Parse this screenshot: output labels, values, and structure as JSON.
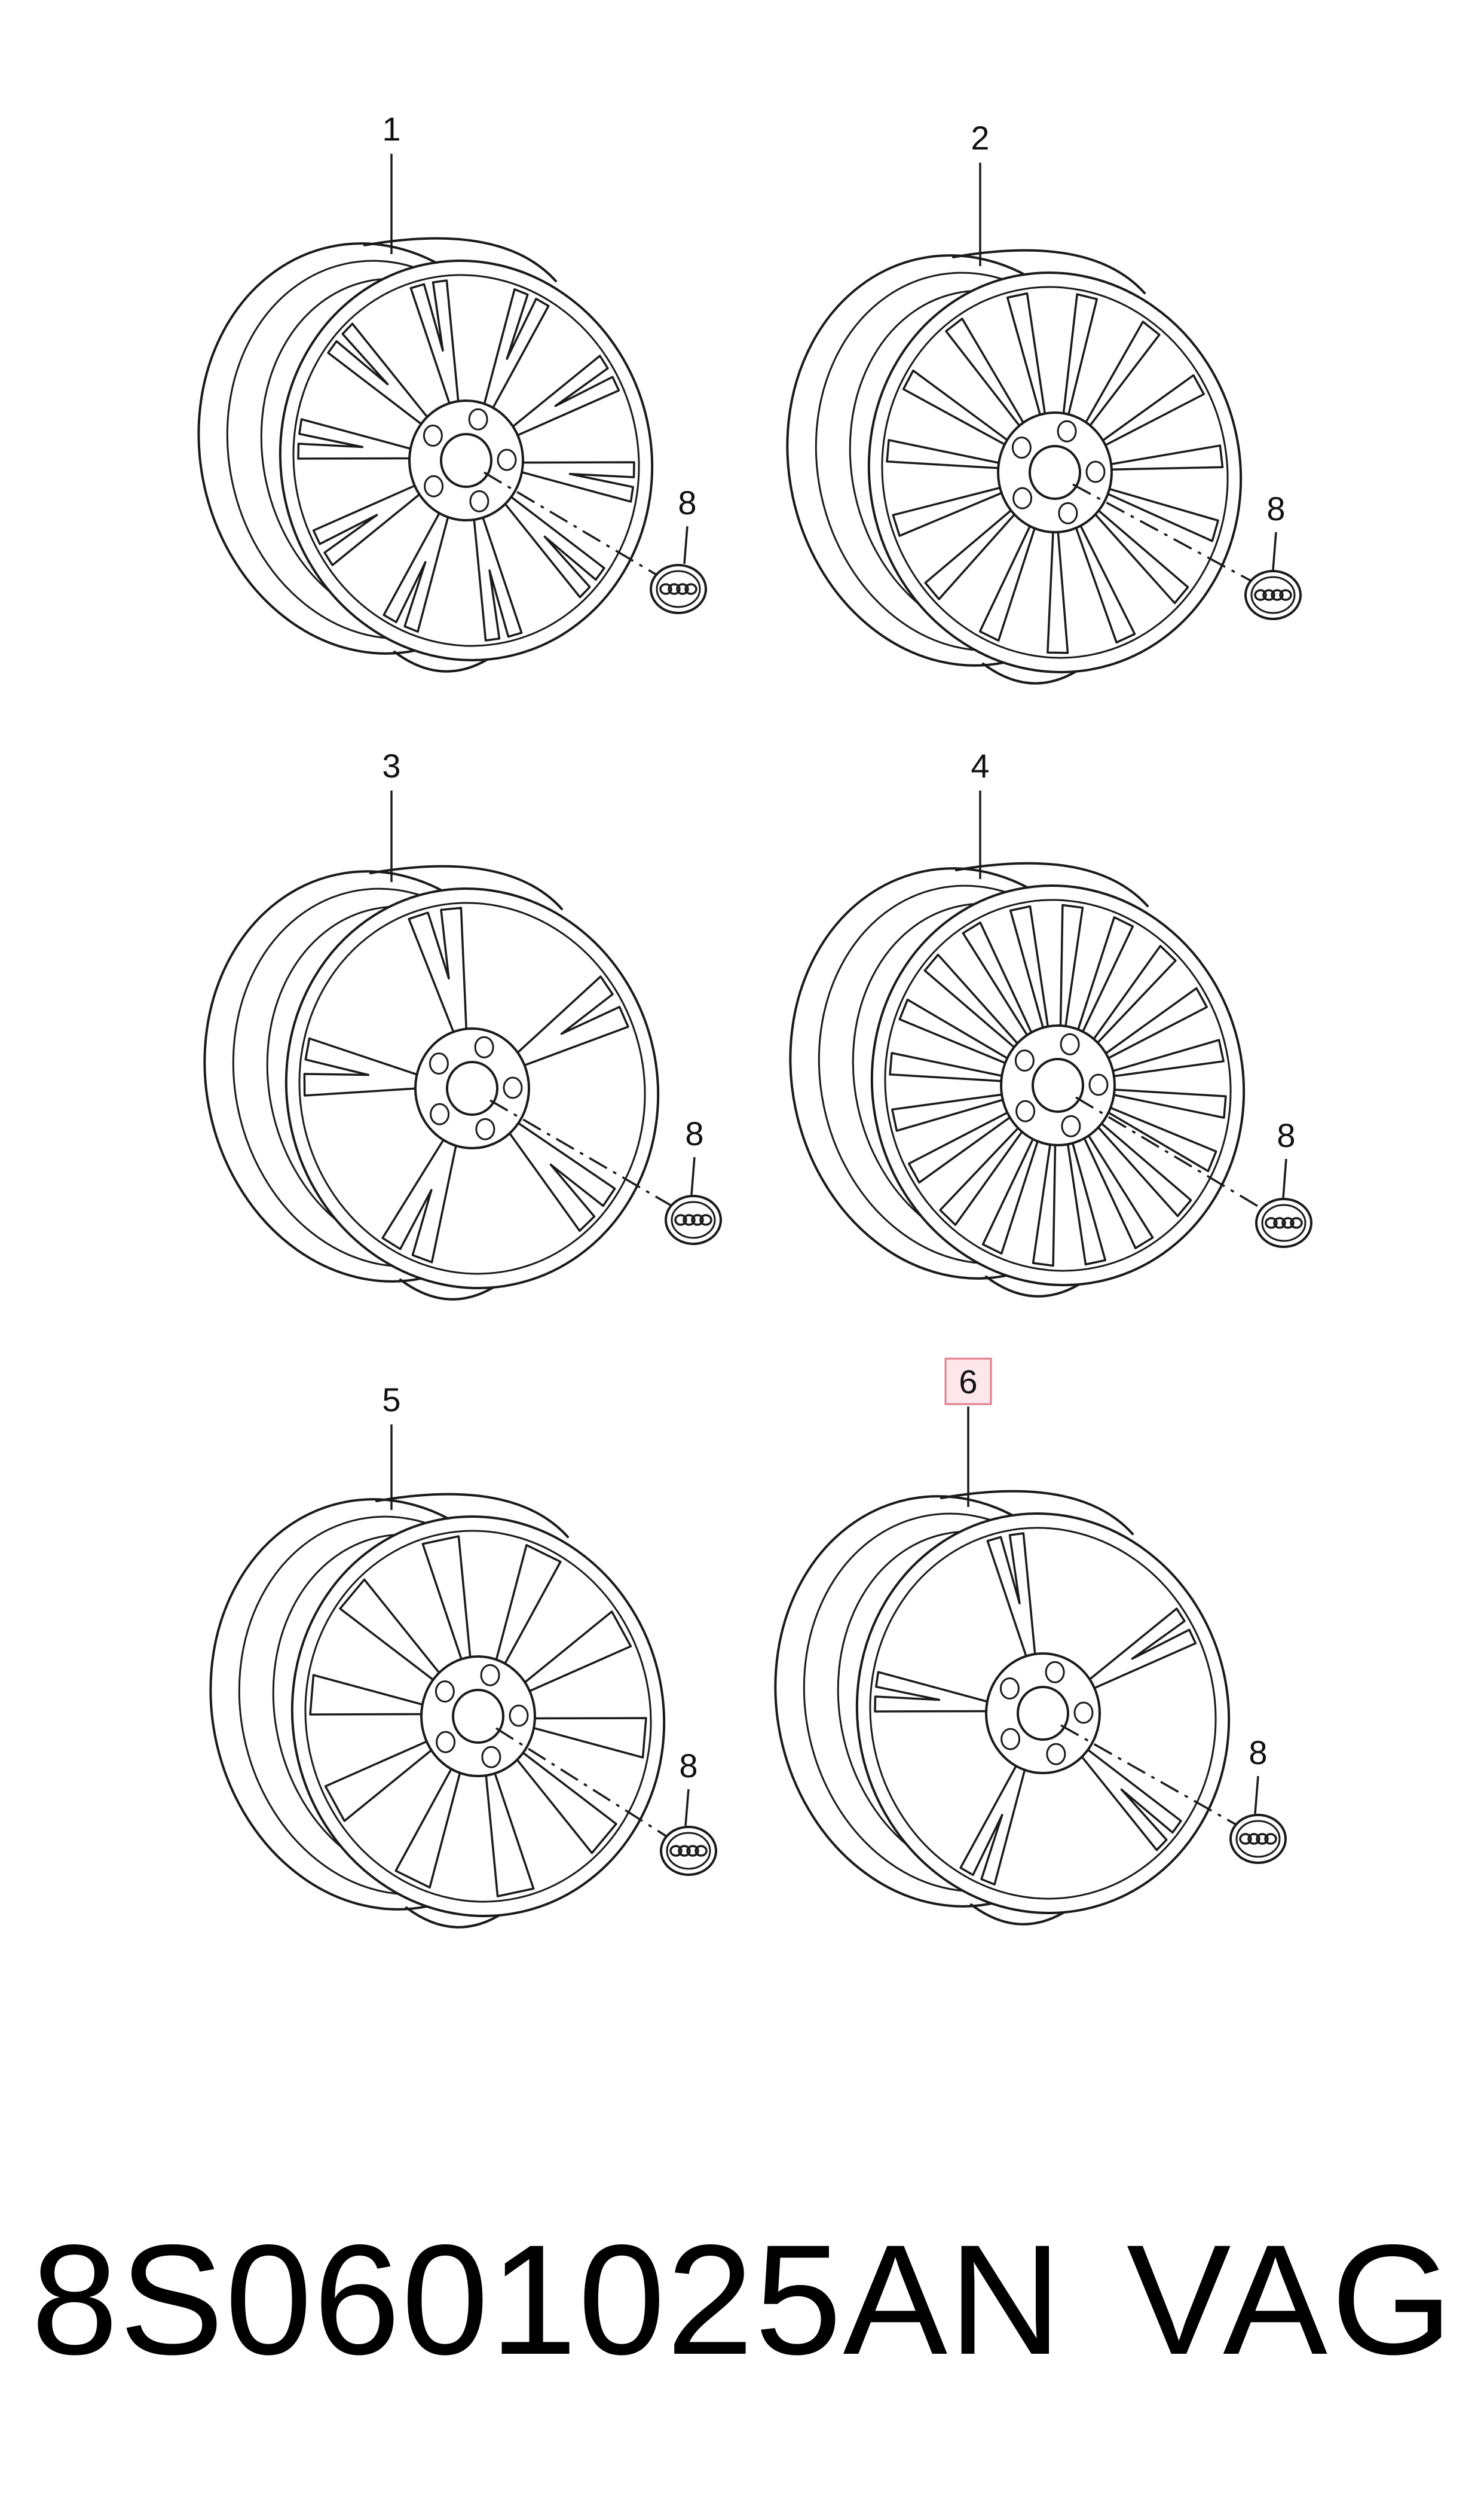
{
  "footer": {
    "part_number": "8S0601025AN",
    "brand": "VAG"
  },
  "wheels": [
    {
      "callout": "1",
      "spokes": 10,
      "style": "split-v",
      "cap_callout": "8",
      "highlighted": false
    },
    {
      "callout": "2",
      "spokes": 15,
      "style": "multi",
      "cap_callout": "8",
      "highlighted": false
    },
    {
      "callout": "3",
      "spokes": 5,
      "style": "double",
      "cap_callout": "8",
      "highlighted": false
    },
    {
      "callout": "4",
      "spokes": 20,
      "style": "multi",
      "cap_callout": "8",
      "highlighted": false
    },
    {
      "callout": "5",
      "spokes": 10,
      "style": "pairs",
      "cap_callout": "8",
      "highlighted": false
    },
    {
      "callout": "6",
      "spokes": 5,
      "style": "split-v",
      "cap_callout": "8",
      "highlighted": true
    }
  ],
  "icons": {
    "center_cap": "four-rings-logo-icon"
  }
}
